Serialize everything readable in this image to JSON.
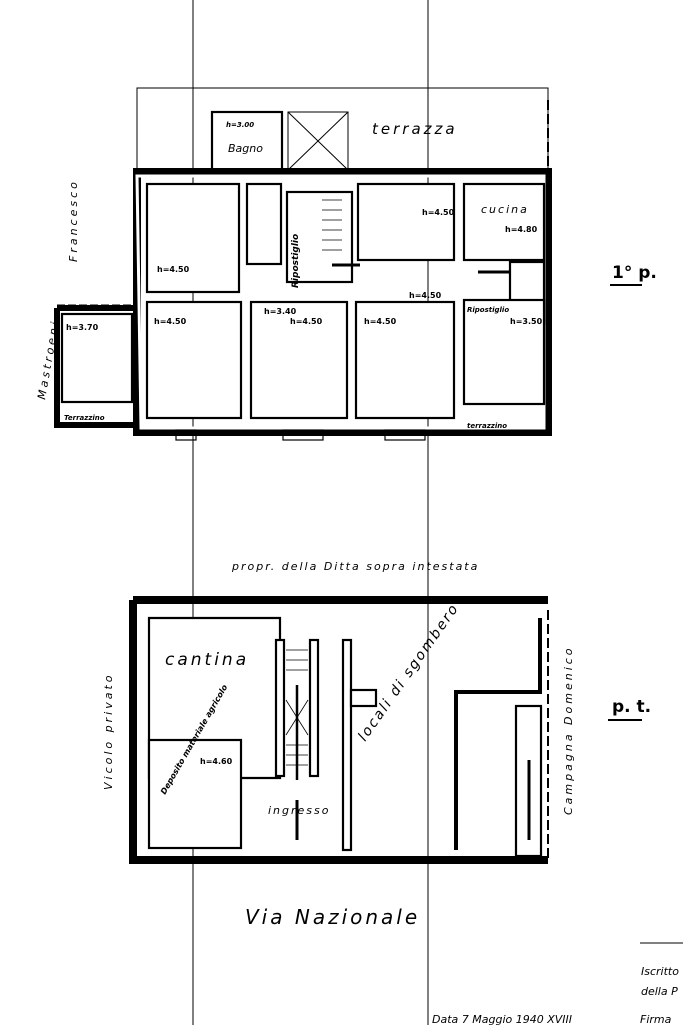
{
  "upper_floor": {
    "floor_label": "1° p.",
    "terrace": "terrazza",
    "bathroom": "Bagno",
    "bathroom_height": "h=3.00",
    "kitchen": "cucina",
    "kitchen_height": "h=4.80",
    "storage_1": "Ripostiglio",
    "storage_2": "Ripostiglio",
    "small_terrace_left": "Terrazzino",
    "small_terrace_right": "terrazzino",
    "heights": [
      "h=4.50",
      "h=4.50",
      "h=4.50",
      "h=3.40",
      "h=3.70",
      "h=4.50",
      "h=4.50",
      "h=4.50",
      "h=3.50"
    ],
    "neighbor_name_1": "Francesco",
    "neighbor_name_2": "Mastroeni"
  },
  "divider_text": "propr. della Ditta sopra intestata",
  "ground_floor": {
    "floor_label": "p. t.",
    "cellar": "cantina",
    "storage_rooms": "locali di sgombero",
    "deposit": "Deposito materiale agricolo",
    "deposit_height": "h=4.60",
    "entrance": "ingresso",
    "left_street": "Vicolo privato",
    "right_neighbor": "Campagna Domenico",
    "street": "Via Nazionale"
  },
  "footer": {
    "line1": "Iscritto",
    "line2": "della P",
    "date": "Data 7 Maggio 1940 XVIII",
    "signature": "Firma"
  }
}
